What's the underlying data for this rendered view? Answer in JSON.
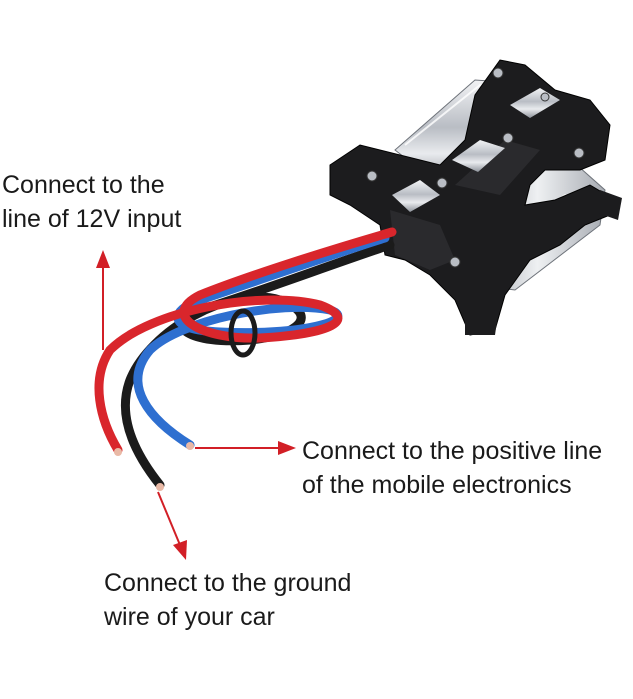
{
  "labels": {
    "input": {
      "line1": "Connect to the",
      "line2": "line of 12V input"
    },
    "positive": {
      "line1": "Connect to the positive line",
      "line2": "of the mobile electronics"
    },
    "ground": {
      "line1": "Connect to the ground",
      "line2": "wire of your car"
    }
  },
  "colors": {
    "background": "#ffffff",
    "arrow": "#d21f26",
    "wire_red": "#d9262c",
    "wire_blue": "#2e6fd0",
    "wire_black": "#1b1b1b",
    "housing_black": "#1c1c1e",
    "heatsink_silver": "#c9ccd1"
  },
  "icons": {
    "arrows": [
      "arrow-up-icon",
      "arrow-right-icon",
      "arrow-down-icon"
    ],
    "device": "power-filter-device-icon"
  }
}
